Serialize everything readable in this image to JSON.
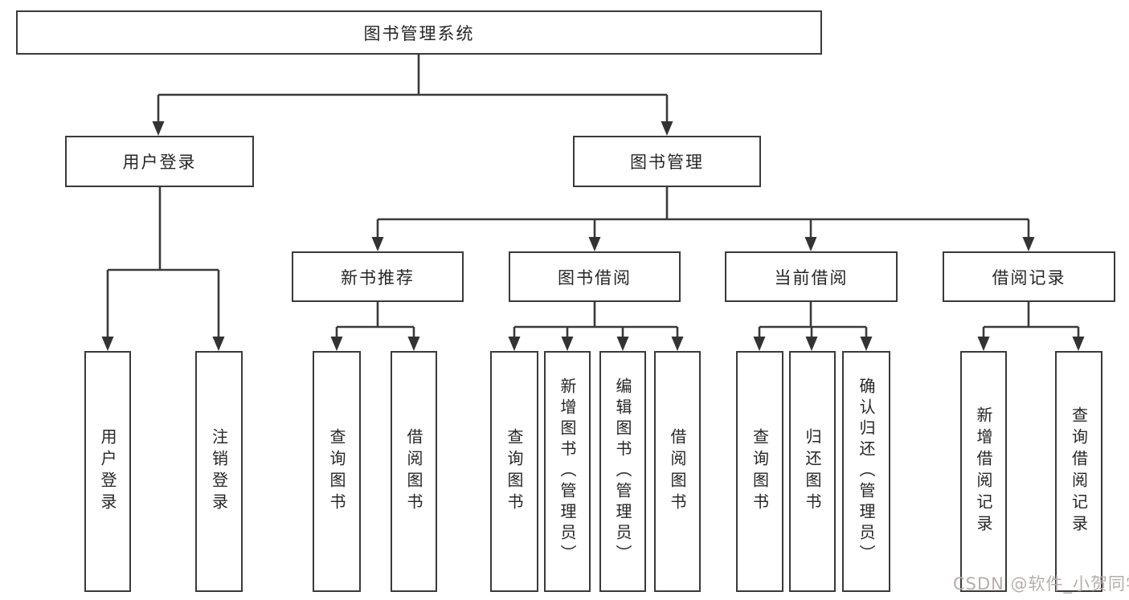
{
  "diagram_title": "图书管理系统",
  "colors": {
    "line": "#3a3a3a",
    "box_border": "#3a3a3a",
    "text": "#262626",
    "watermark": "#b4aeab",
    "background": "#ffffff"
  },
  "watermark": {
    "text": "CSDN @软件_小贺同学"
  },
  "root": {
    "label": "图书管理系统"
  },
  "branches": [
    {
      "label": "用户登录",
      "children": [
        {
          "label": "用户登录"
        },
        {
          "label": "注销登录"
        }
      ]
    },
    {
      "label": "图书管理",
      "children": [
        {
          "label": "新书推荐",
          "children": [
            {
              "label": "查询图书"
            },
            {
              "label": "借阅图书"
            }
          ]
        },
        {
          "label": "图书借阅",
          "children": [
            {
              "label": "查询图书"
            },
            {
              "label": "新增图书（管理员）"
            },
            {
              "label": "编辑图书（管理员）"
            },
            {
              "label": "借阅图书"
            }
          ]
        },
        {
          "label": "当前借阅",
          "children": [
            {
              "label": "查询图书"
            },
            {
              "label": "归还图书"
            },
            {
              "label": "确认归还（管理员）"
            }
          ]
        },
        {
          "label": "借阅记录",
          "children": [
            {
              "label": "新增借阅记录"
            },
            {
              "label": "查询借阅记录"
            }
          ]
        }
      ]
    }
  ]
}
